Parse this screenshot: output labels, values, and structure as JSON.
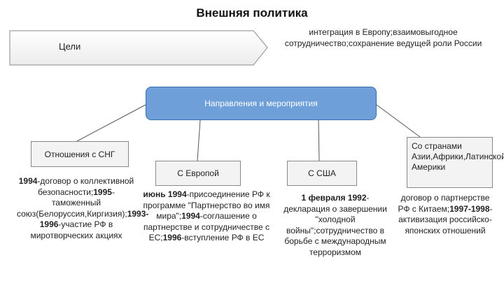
{
  "title": "Внешняя политика",
  "goals": {
    "label": "Цели",
    "text": "интеграция в Европу;взаимовыгодное сотрудничество;сохранение ведущей роли России"
  },
  "center": {
    "label": "Направления и мероприятия"
  },
  "branches": {
    "cis": {
      "label": "Отношения с СНГ",
      "segments": [
        {
          "t": "1994",
          "b": true
        },
        {
          "t": "-договор о коллективной безопасности;",
          "b": false
        },
        {
          "t": "1995",
          "b": true
        },
        {
          "t": "-таможенный союз(Белоруссия,Киргизия);",
          "b": false
        },
        {
          "t": "1993-1996",
          "b": true
        },
        {
          "t": "-участие РФ в миротворческих акциях",
          "b": false
        }
      ]
    },
    "europe": {
      "label": "С Европой",
      "segments": [
        {
          "t": "июнь 1994",
          "b": true
        },
        {
          "t": "-присоединение РФ к программе \"Партнерство во имя мира\";",
          "b": false
        },
        {
          "t": "1994",
          "b": true
        },
        {
          "t": "-соглашение о партнерстве и сотрудничестве с ЕС;",
          "b": false
        },
        {
          "t": "1996",
          "b": true
        },
        {
          "t": "-вступление РФ в ЕС",
          "b": false
        }
      ]
    },
    "usa": {
      "label": "С США",
      "segments": [
        {
          "t": "1 февраля 1992",
          "b": true
        },
        {
          "t": "-декларация о завершении \"холодной войны\";сотрудничество в борьбе с международным терроризмом",
          "b": false
        }
      ]
    },
    "asia": {
      "label": "Со странами Азии,Африки,Латинской Америки",
      "segments": [
        {
          "t": "договор о партнерстве РФ с Китаем;",
          "b": false
        },
        {
          "t": "1997-1998",
          "b": true
        },
        {
          "t": "-активизация российско-японских отношений",
          "b": false
        }
      ]
    }
  }
}
